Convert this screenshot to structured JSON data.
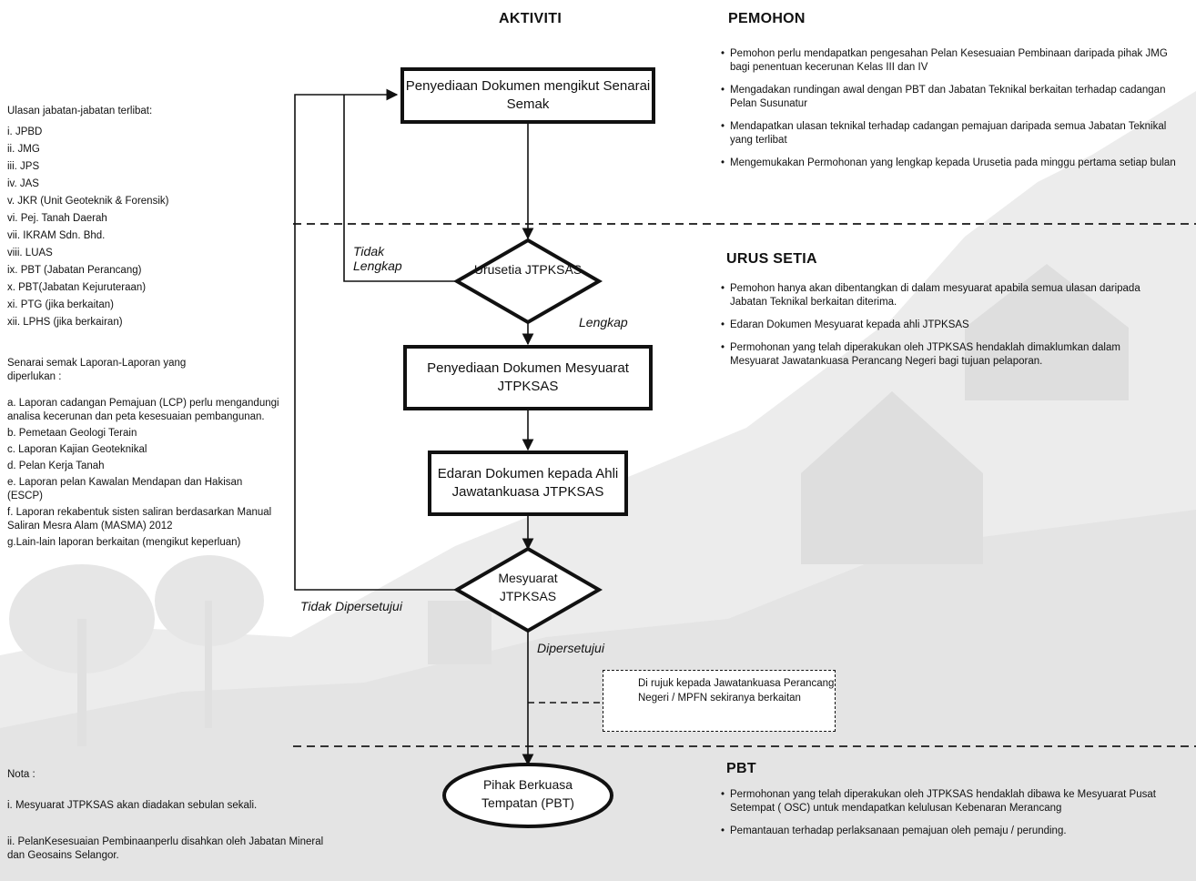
{
  "headers": {
    "aktiviti": "AKTIVITI",
    "pemohon": "PEMOHON",
    "urus_setia": "URUS SETIA",
    "pbt": "PBT"
  },
  "left": {
    "ulasan_title": "Ulasan jabatan-jabatan terlibat:",
    "departments": [
      "i.   JPBD",
      "ii.  JMG",
      "iii. JPS",
      "iv.  JAS",
      "v.   JKR (Unit Geoteknik & Forensik)",
      "vi.  Pej. Tanah Daerah",
      "vii. IKRAM Sdn. Bhd.",
      "viii. LUAS",
      "ix.  PBT (Jabatan Perancang)",
      "x.   PBT(Jabatan Kejuruteraan)",
      "xi.  PTG (jika berkaitan)",
      "xii. LPHS (jika berkairan)"
    ],
    "senarai_title": "Senarai semak Laporan-Laporan yang diperlukan :",
    "reports": [
      "a. Laporan cadangan Pemajuan (LCP) perlu mengandungi analisa kecerunan dan peta kesesuaian pembangunan.",
      "b. Pemetaan Geologi Terain",
      "c. Laporan Kajian Geoteknikal",
      "d. Pelan Kerja Tanah",
      "e. Laporan pelan Kawalan Mendapan dan Hakisan (ESCP)",
      "f.  Laporan rekabentuk sisten saliran berdasarkan Manual Saliran Mesra Alam (MASMA) 2012",
      "g.Lain-lain laporan berkaitan (mengikut keperluan)"
    ],
    "nota_title": "Nota :",
    "nota": [
      "i.  Mesyuarat JTPKSAS akan diadakan sebulan sekali.",
      "ii. PelanKesesuaian Pembinaanperlu disahkan oleh Jabatan Mineral dan Geosains Selangor."
    ]
  },
  "flow": {
    "step1": "Penyediaan Dokumen mengikut Senarai Semak",
    "decision1": "Urusetia JTPKSAS",
    "label_tidak_lengkap": "Tidak Lengkap",
    "label_lengkap": "Lengkap",
    "step2": "Penyediaan Dokumen Mesyuarat JTPKSAS",
    "step3": "Edaran Dokumen kepada Ahli Jawatankuasa JTPKSAS",
    "decision2": "Mesyuarat JTPKSAS",
    "label_tidak_dipersetujui": "Tidak Dipersetujui",
    "label_dipersetujui": "Dipersetujui",
    "referral_note": "Di rujuk kepada Jawatankuasa Perancang Negeri / MPFN sekiranya berkaitan",
    "end": "Pihak Berkuasa Tempatan (PBT)"
  },
  "right": {
    "pemohon": [
      "Pemohon perlu mendapatkan pengesahan Pelan Kesesuaian Pembinaan daripada pihak JMG bagi penentuan kecerunan  Kelas III dan IV",
      "Mengadakan rundingan awal dengan PBT dan Jabatan Teknikal berkaitan terhadap cadangan Pelan Susunatur",
      "Mendapatkan ulasan teknikal terhadap cadangan pemajuan daripada semua Jabatan Teknikal yang terlibat",
      "Mengemukakan Permohonan yang lengkap kepada Urusetia pada minggu pertama setiap bulan"
    ],
    "urus_setia": [
      "Pemohon hanya akan dibentangkan di dalam mesyuarat apabila semua ulasan daripada Jabatan Teknikal berkaitan diterima.",
      "Edaran Dokumen Mesyuarat kepada ahli JTPKSAS",
      "Permohonan yang telah diperakukan oleh JTPKSAS hendaklah dimaklumkan dalam Mesyuarat Jawatankuasa Perancang Negeri bagi tujuan pelaporan."
    ],
    "pbt": [
      "Permohonan yang telah diperakukan oleh JTPKSAS hendaklah dibawa ke Mesyuarat Pusat Setempat ( OSC) untuk mendapatkan kelulusan Kebenaran Merancang",
      "Pemantauan terhadap perlaksanaan pemajuan oleh pemaju / perunding."
    ]
  }
}
